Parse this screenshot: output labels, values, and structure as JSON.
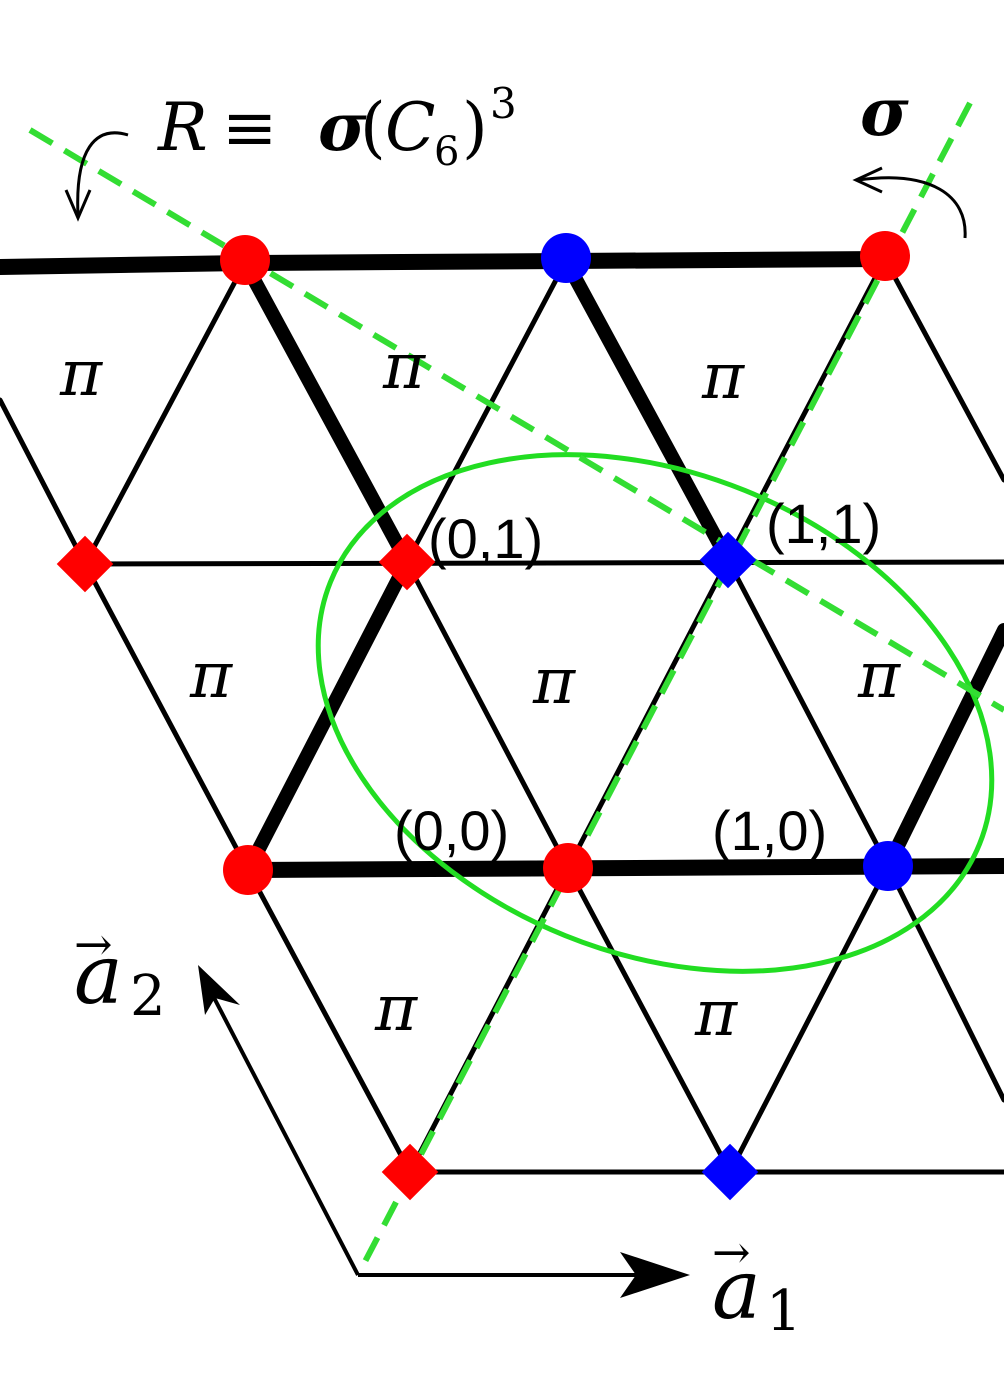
{
  "labels": {
    "rotation_R": "R",
    "equiv": "≡",
    "sigma": "σ",
    "paren_open": "(",
    "C": "C",
    "C_sub": "6",
    "paren_close": ")",
    "power": "3",
    "sigma_top_right": "σ",
    "a1": "a",
    "a1_sub": "1",
    "a2": "a",
    "a2_sub": "2",
    "vec_arrow": "→"
  },
  "flux_symbol": "π",
  "coordinates": [
    "(0,1)",
    "(1,1)",
    "(0,0)",
    "(1,0)"
  ],
  "colors": {
    "lattice": "#000000",
    "red_site": "#ff0000",
    "blue_site": "#0000ff",
    "symmetry_line": "#33dd33",
    "unit_cell_ellipse": "#22dd22"
  }
}
